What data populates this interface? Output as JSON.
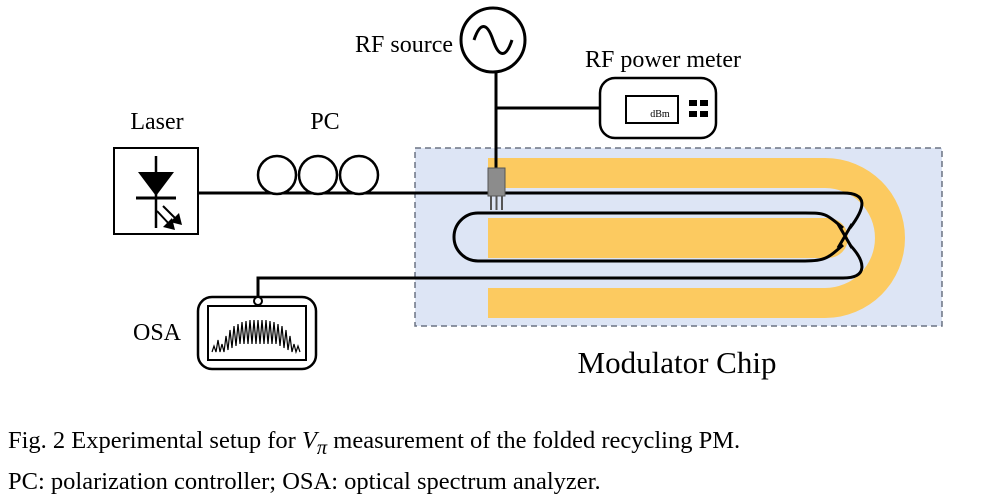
{
  "labels": {
    "rf_source": "RF source",
    "rf_power_meter": "RF power meter",
    "laser": "Laser",
    "pc": "PC",
    "osa": "OSA",
    "chip": "Modulator Chip",
    "meter_unit": "dBm"
  },
  "caption": {
    "line1_pre": "Fig. 2 Experimental setup for ",
    "symbol_v": "V",
    "symbol_sub": "π",
    "line1_post": " measurement of the folded recycling PM.",
    "line2": "PC: polarization controller; OSA: optical spectrum analyzer."
  },
  "colors": {
    "chip_fill": "#dde5f5",
    "chip_border": "#6b7384",
    "electrode": "#fcca60",
    "line": "#000000",
    "probe": "#8c8c8c"
  }
}
